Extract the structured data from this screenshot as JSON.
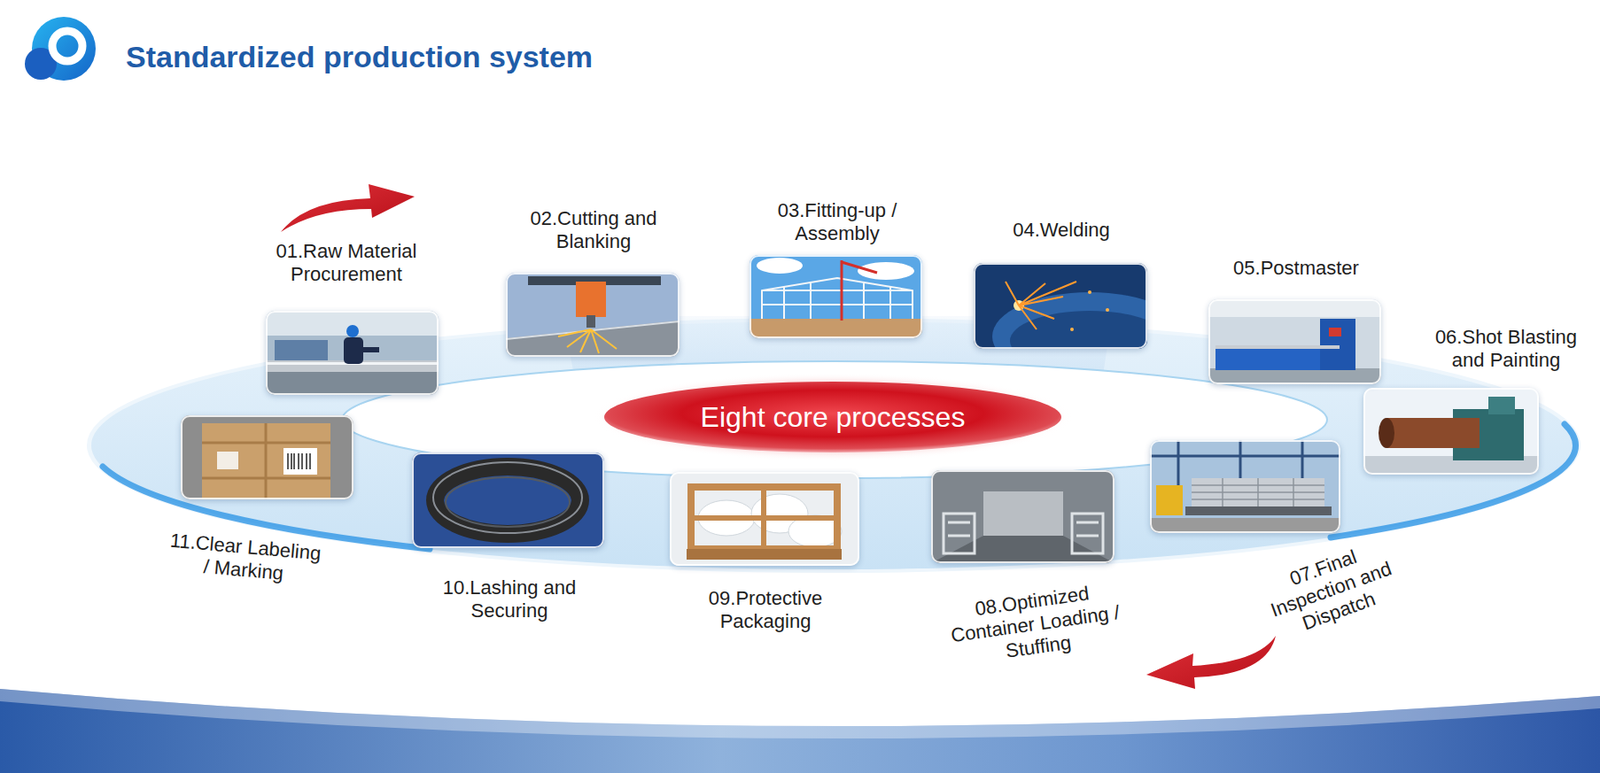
{
  "diagram": {
    "title": "Standardized production system",
    "nodes": [
      {
        "text": [
          "01.Raw Material Procurement"
        ]
      },
      {
        "text": [
          "02.Cutting and Blanking"
        ]
      },
      {
        "text": [
          "03.Fitting-up / Assembly"
        ]
      },
      {
        "text": [
          "04.Welding"
        ]
      },
      {
        "text": [
          "05.Postmaster"
        ]
      },
      {
        "text": [
          "06.Shot Blasting and Painting"
        ]
      },
      {
        "text": [
          "07.Final Inspection and Dispatch"
        ]
      },
      {
        "text": [
          "08.Optimized Container Loading / Stuffing"
        ]
      },
      {
        "text": [
          "09.Protective Packaging"
        ]
      },
      {
        "text": [
          "10.Lashing and Securing"
        ]
      },
      {
        "text": [
          "11.Clear Labeling / Marking"
        ]
      },
      {
        "text": [
          "Eight core processes"
        ]
      }
    ]
  }
}
